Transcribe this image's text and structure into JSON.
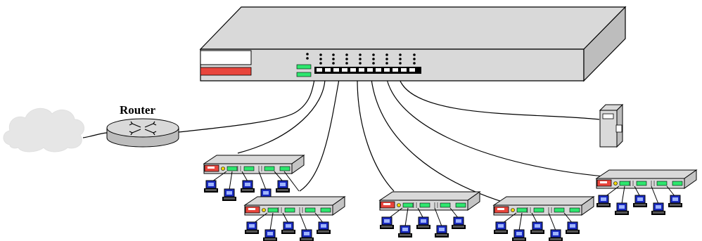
{
  "diagram": {
    "router_label": "Router",
    "nodes": {
      "cloud": "cloud-icon",
      "core_switch": "rack-switch",
      "router": "router-icon",
      "server": "tower-server-icon",
      "access_switches": [
        "access-switch-1",
        "access-switch-2",
        "access-switch-3",
        "access-switch-4",
        "access-switch-5"
      ]
    },
    "colors": {
      "switch_body": "#d9d9d9",
      "label_red": "#e8453c",
      "port_green": "#2ee66e",
      "computer_blue": "#1a2bbf",
      "cloud_gray": "#e6e6e6",
      "outline": "#000000"
    }
  }
}
